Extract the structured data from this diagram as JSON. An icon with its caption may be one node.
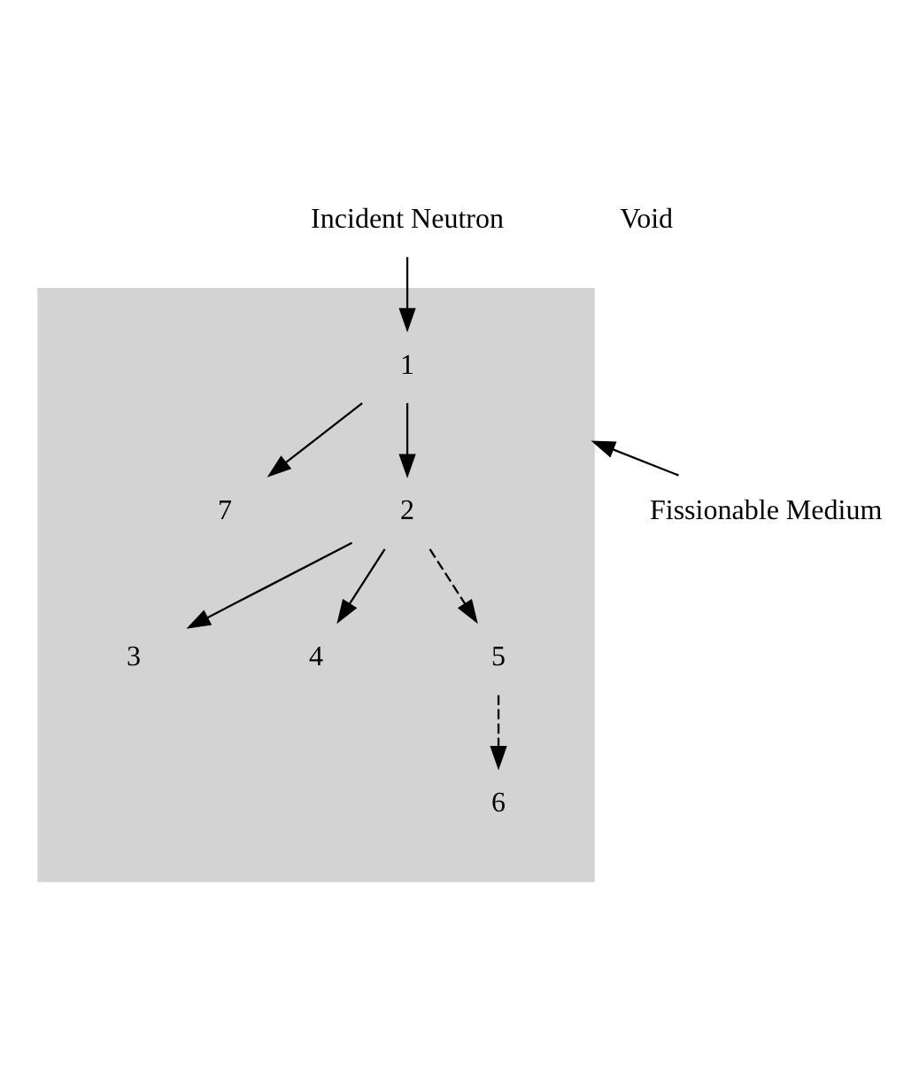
{
  "diagram": {
    "nodes": [
      {
        "text": [],
        "shape": "box"
      },
      {
        "text": [
          "Incident Neutron"
        ]
      },
      {
        "text": [
          "1"
        ],
        "in": 0
      },
      {
        "text": [
          "7"
        ],
        "in": 0
      },
      {
        "text": [
          "2"
        ],
        "in": 0
      },
      {
        "text": [
          "3"
        ],
        "in": 0
      },
      {
        "text": [
          "4"
        ],
        "in": 0
      },
      {
        "text": [
          "5"
        ],
        "in": 0
      },
      {
        "text": [
          "6"
        ],
        "in": 0
      },
      {
        "text": [
          "Fissionable Medium"
        ]
      }
    ],
    "edges": [
      {
        "from": 1,
        "to": 2,
        "arrow": "to"
      },
      {
        "from": 2,
        "to": 3,
        "arrow": "to"
      },
      {
        "from": 2,
        "to": 4,
        "arrow": "to"
      },
      {
        "from": 4,
        "to": 5,
        "arrow": "to"
      },
      {
        "from": 4,
        "to": 6,
        "arrow": "to"
      },
      {
        "from": 4,
        "to": 7,
        "arrow": "to",
        "style": "dashed"
      },
      {
        "from": 7,
        "to": 8,
        "arrow": "to",
        "style": "dashed"
      },
      {
        "from": 9,
        "to": 0,
        "arrow": "to"
      }
    ],
    "labels": [
      "Void"
    ]
  }
}
